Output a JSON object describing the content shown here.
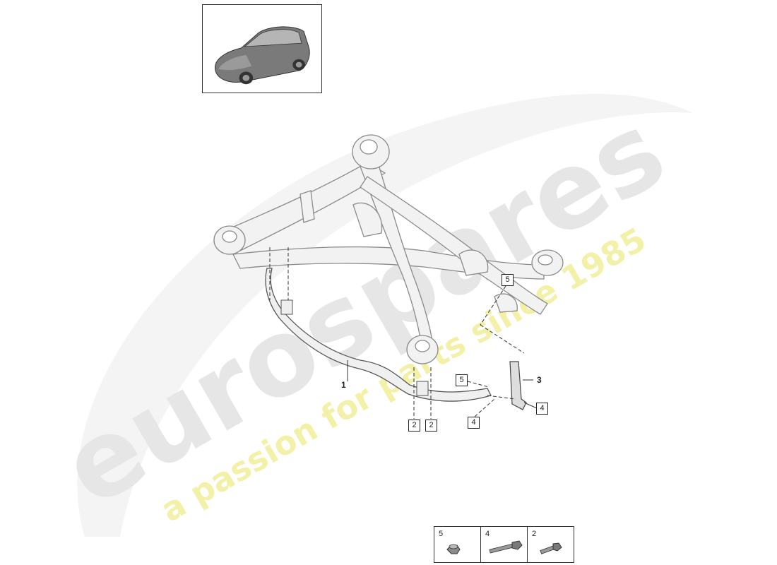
{
  "watermark": {
    "brand": "eurospares",
    "tagline": "a passion for parts since 1985"
  },
  "thumbnail": {
    "icon": "car-thumbnail-icon"
  },
  "callouts": [
    {
      "id": "c1",
      "label": "1",
      "boxed": false
    },
    {
      "id": "c2a",
      "label": "2",
      "boxed": true
    },
    {
      "id": "c2b",
      "label": "2",
      "boxed": true
    },
    {
      "id": "c3",
      "label": "3",
      "boxed": false
    },
    {
      "id": "c4a",
      "label": "4",
      "boxed": true
    },
    {
      "id": "c4b",
      "label": "4",
      "boxed": true
    },
    {
      "id": "c5a",
      "label": "5",
      "boxed": true
    },
    {
      "id": "c5b",
      "label": "5",
      "boxed": true
    }
  ],
  "legend": [
    {
      "number": "5",
      "icon": "nut-icon"
    },
    {
      "number": "4",
      "icon": "long-bolt-icon"
    },
    {
      "number": "2",
      "icon": "short-bolt-icon"
    }
  ],
  "colors": {
    "watermark_grey": "#e4e4e4",
    "watermark_yellow": "#f3f0a8",
    "part_outline": "#8a8a8a",
    "part_fill": "#f2f2f2"
  }
}
